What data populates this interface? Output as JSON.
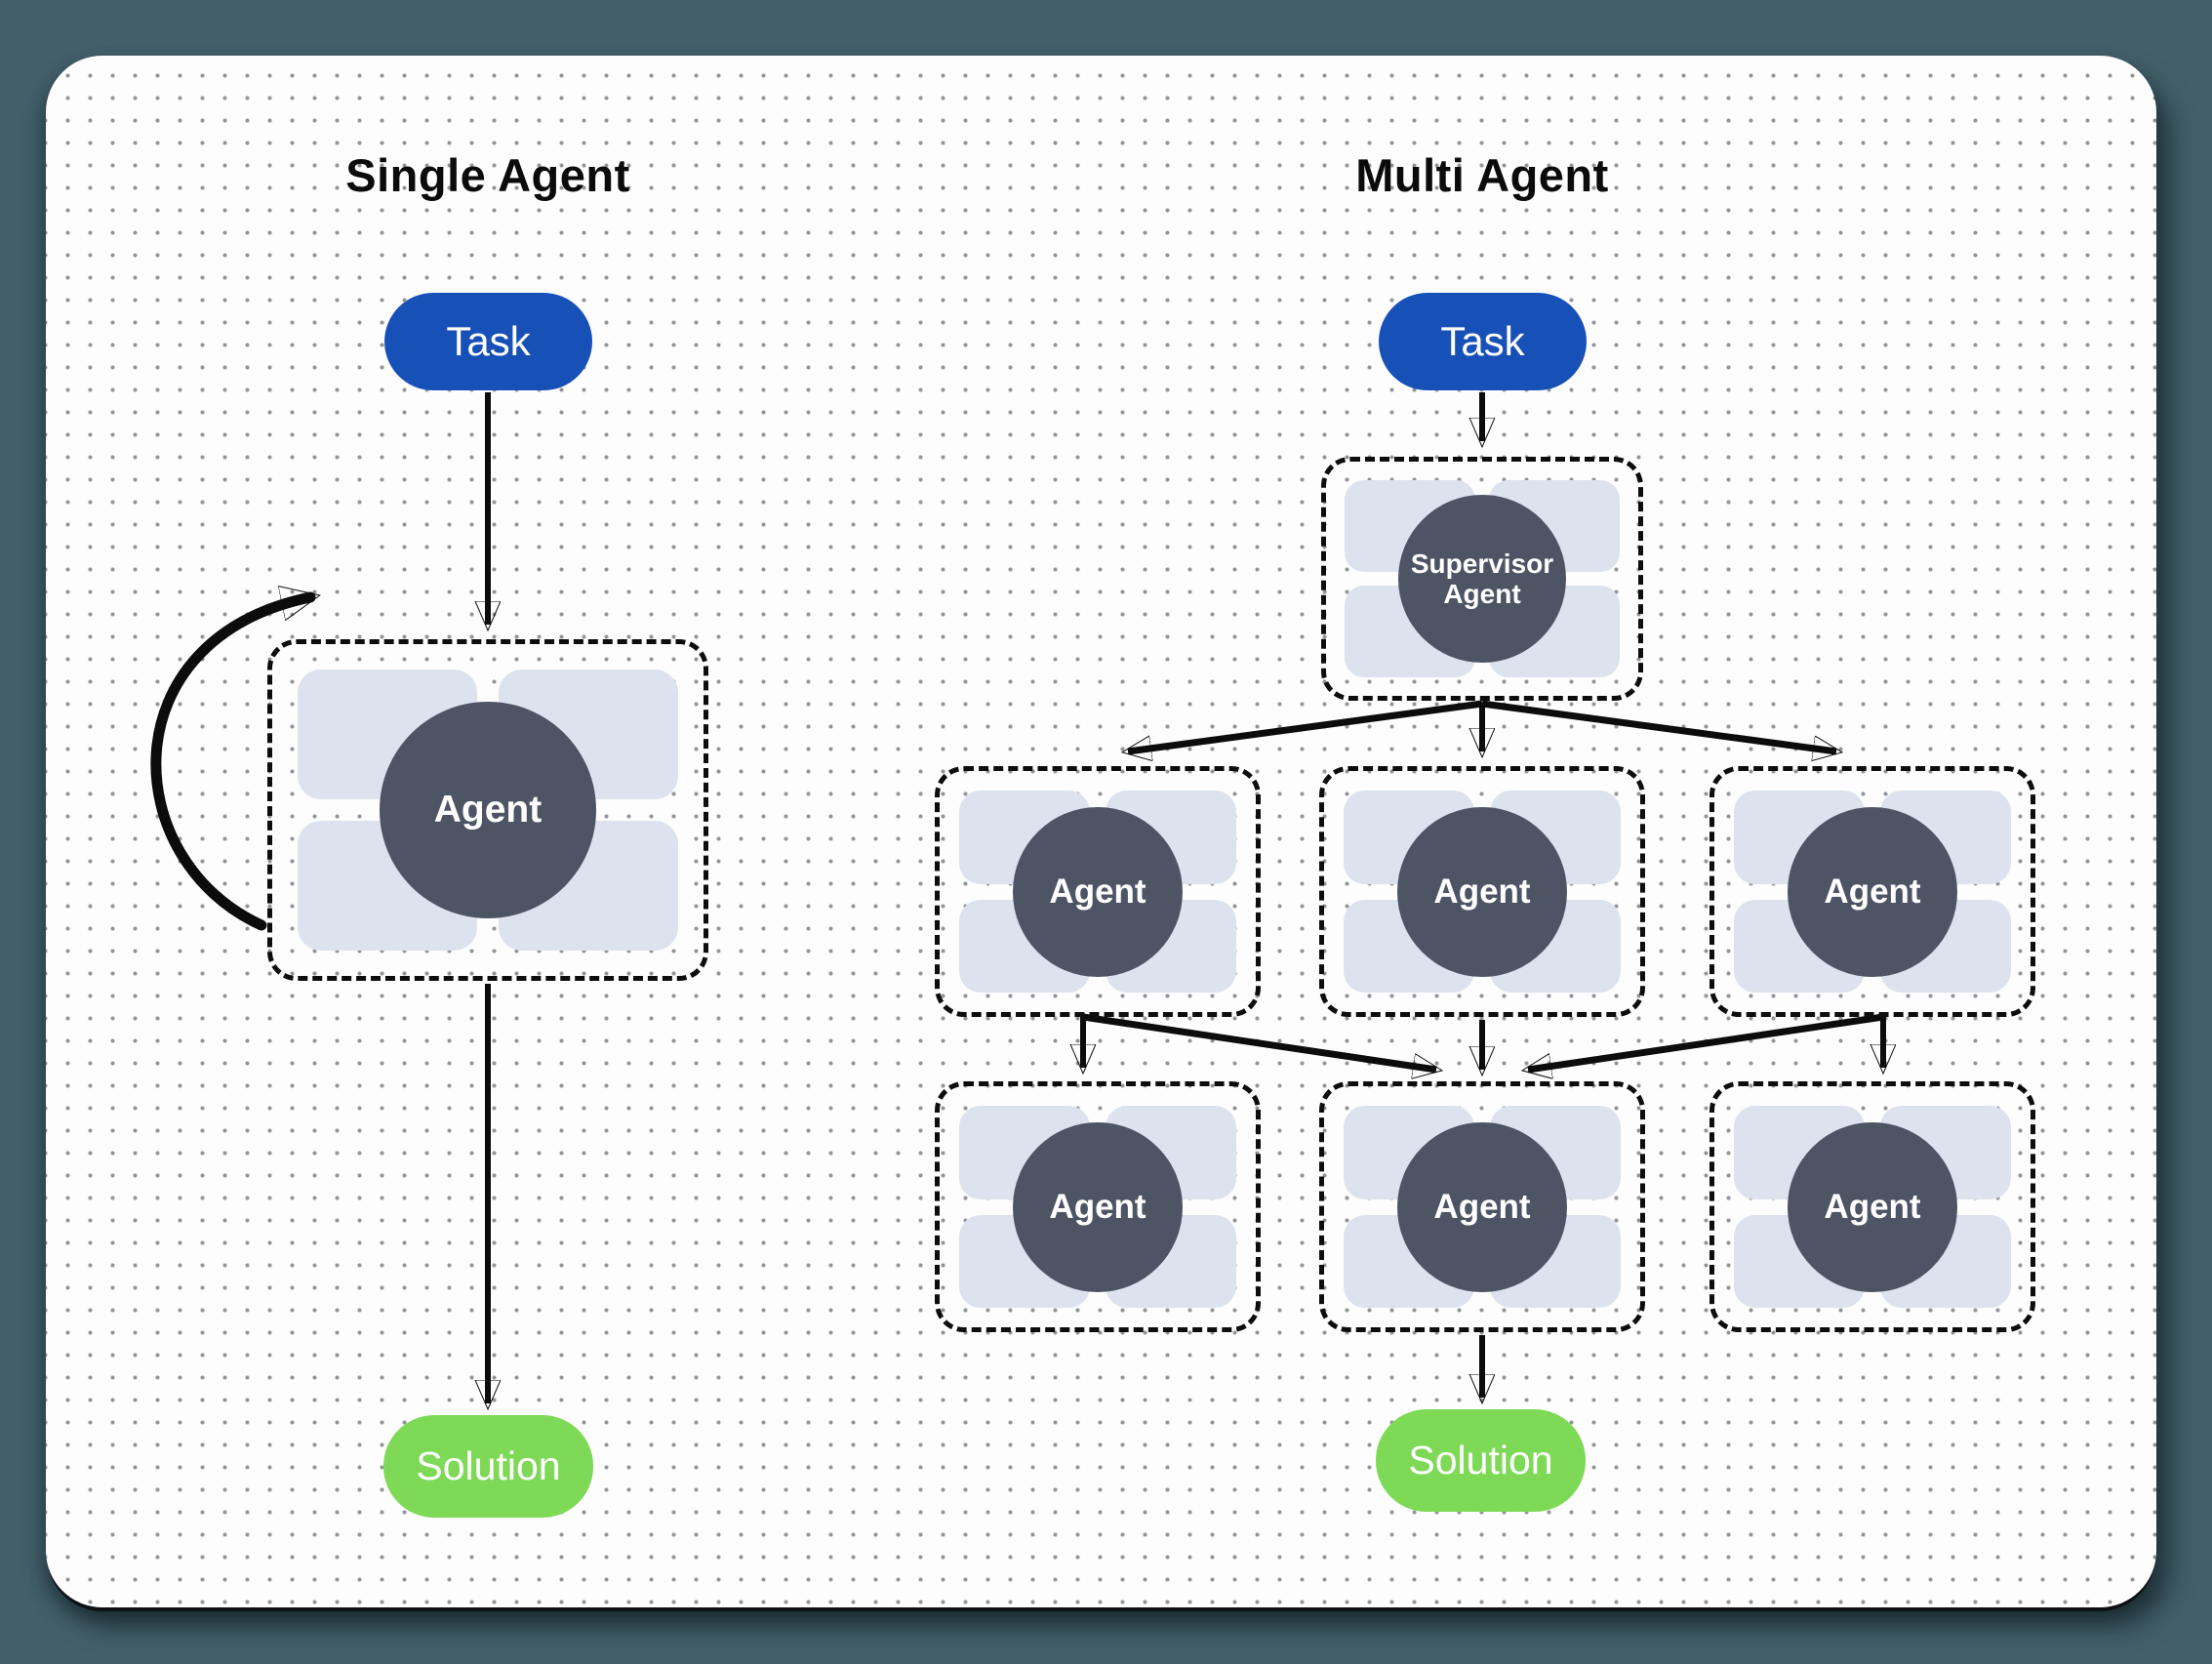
{
  "left_panel": {
    "title": "Single Agent",
    "task_label": "Task",
    "agent_label": "Agent",
    "solution_label": "Solution"
  },
  "right_panel": {
    "title": "Multi Agent",
    "task_label": "Task",
    "supervisor_lines": [
      "Supervisor",
      "Agent"
    ],
    "middle_row": [
      "Agent",
      "Agent",
      "Agent"
    ],
    "bottom_row": [
      "Agent",
      "Agent",
      "Agent"
    ],
    "solution_label": "Solution"
  },
  "colors": {
    "page_background": "#43606a",
    "canvas_background": "#fdfdfd",
    "dot_grid": "#8e9296",
    "task_pill": "#1750b6",
    "solution_pill": "#7ed957",
    "agent_circle": "#4d5565",
    "tool_tile": "#dce3ee",
    "connector": "#0c0c0c"
  }
}
